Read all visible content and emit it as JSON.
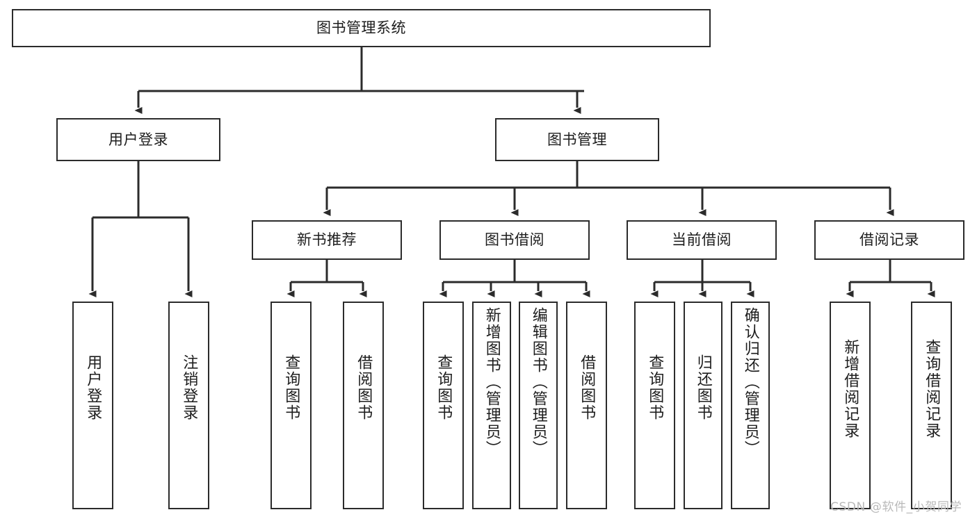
{
  "diagram": {
    "title": "图书管理系统",
    "type": "tree",
    "orientation": "top-down",
    "colors": {
      "box_border": "#2b2b2b",
      "box_fill": "#ffffff",
      "connector": "#2b2b2b",
      "background": "#ffffff",
      "watermark": "#b9b9b9"
    },
    "root": {
      "id": "root",
      "label": "图书管理系统"
    },
    "level2": [
      {
        "id": "user-login",
        "label": "用户登录"
      },
      {
        "id": "book-manage",
        "label": "图书管理"
      }
    ],
    "level3": [
      {
        "id": "new-book-rec",
        "label": "新书推荐",
        "parent": "book-manage"
      },
      {
        "id": "book-borrow",
        "label": "图书借阅",
        "parent": "book-manage"
      },
      {
        "id": "current-borrow",
        "label": "当前借阅",
        "parent": "book-manage"
      },
      {
        "id": "borrow-record",
        "label": "借阅记录",
        "parent": "book-manage"
      }
    ],
    "leaves": [
      {
        "id": "leaf-user-login",
        "label": "用户登录",
        "parent": "user-login"
      },
      {
        "id": "leaf-user-logout",
        "label": "注销登录",
        "parent": "user-login"
      },
      {
        "id": "leaf-query-book-1",
        "label": "查询图书",
        "parent": "new-book-rec"
      },
      {
        "id": "leaf-borrow-book-1",
        "label": "借阅图书",
        "parent": "new-book-rec"
      },
      {
        "id": "leaf-query-book-2",
        "label": "查询图书",
        "parent": "book-borrow"
      },
      {
        "id": "leaf-add-book",
        "label": "新增图书（管理员）",
        "parent": "book-borrow"
      },
      {
        "id": "leaf-edit-book",
        "label": "编辑图书（管理员）",
        "parent": "book-borrow"
      },
      {
        "id": "leaf-borrow-book-2",
        "label": "借阅图书",
        "parent": "book-borrow"
      },
      {
        "id": "leaf-query-book-3",
        "label": "查询图书",
        "parent": "current-borrow"
      },
      {
        "id": "leaf-return-book",
        "label": "归还图书",
        "parent": "current-borrow"
      },
      {
        "id": "leaf-confirm-return",
        "label": "确认归还（管理员）",
        "parent": "current-borrow"
      },
      {
        "id": "leaf-add-record",
        "label": "新增借阅记录",
        "parent": "borrow-record"
      },
      {
        "id": "leaf-query-record",
        "label": "查询借阅记录",
        "parent": "borrow-record"
      }
    ],
    "watermark": "CSDN @软件_小贺同学"
  }
}
